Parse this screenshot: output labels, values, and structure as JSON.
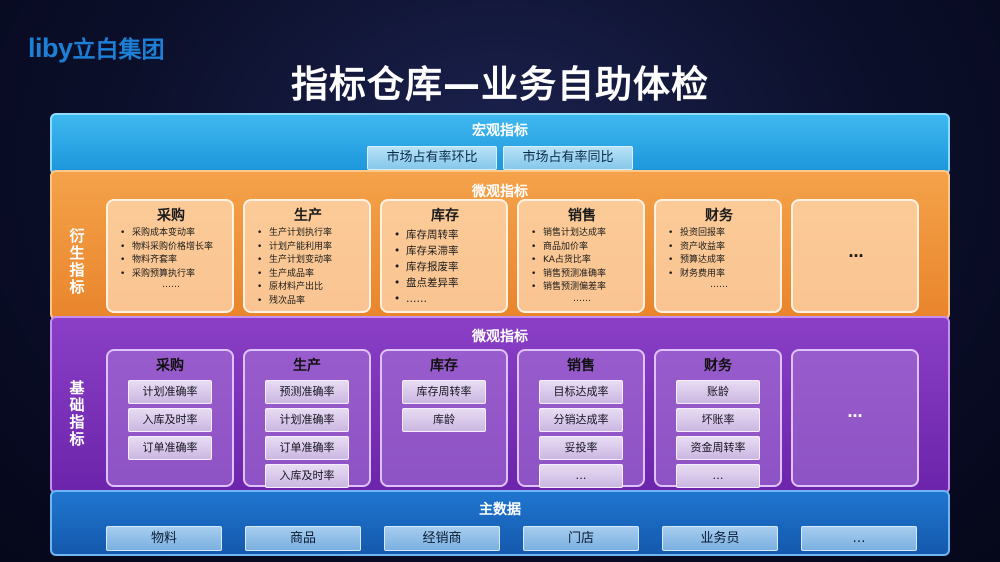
{
  "logo": {
    "latin": "liby",
    "cn": "立白集团"
  },
  "title": "指标仓库—业务自助体检",
  "macro": {
    "title": "宏观指标",
    "items": [
      "市场占有率环比",
      "市场占有率同比"
    ]
  },
  "derived": {
    "band_title": "微观指标",
    "side_label": "衍生指标",
    "cards": [
      {
        "title": "采购",
        "items": [
          "采购成本变动率",
          "物料采购价格增长率",
          "物料齐套率",
          "采购预算执行率"
        ],
        "ellipsis": "……"
      },
      {
        "title": "生产",
        "items": [
          "生产计划执行率",
          "计划产能利用率",
          "生产计划变动率",
          "生产成品率",
          "原材料产出比",
          "残次品率"
        ],
        "ellipsis": ""
      },
      {
        "title": "库存",
        "items": [
          "库存周转率",
          "库存呆滞率",
          "库存报废率",
          "盘点差异率",
          "……"
        ],
        "ellipsis": ""
      },
      {
        "title": "销售",
        "items": [
          "销售计划达成率",
          "商品加价率",
          "KA占货比率",
          "销售预测准确率",
          "销售预测偏差率"
        ],
        "ellipsis": "……"
      },
      {
        "title": "财务",
        "items": [
          "投资回报率",
          "资产收益率",
          "预算达成率",
          "财务费用率"
        ],
        "ellipsis": "……"
      }
    ],
    "more": "…"
  },
  "base": {
    "band_title": "微观指标",
    "side_label": "基础指标",
    "cards": [
      {
        "title": "采购",
        "items": [
          "计划准确率",
          "入库及时率",
          "订单准确率"
        ]
      },
      {
        "title": "生产",
        "items": [
          "预测准确率",
          "计划准确率",
          "订单准确率",
          "入库及时率"
        ]
      },
      {
        "title": "库存",
        "items": [
          "库存周转率",
          "库龄"
        ]
      },
      {
        "title": "销售",
        "items": [
          "目标达成率",
          "分销达成率",
          "妥投率",
          "…"
        ]
      },
      {
        "title": "财务",
        "items": [
          "账龄",
          "坏账率",
          "资金周转率",
          "…"
        ]
      }
    ],
    "more": "…"
  },
  "master": {
    "title": "主数据",
    "items": [
      "物料",
      "商品",
      "经销商",
      "门店",
      "业务员",
      "…"
    ]
  },
  "colors": {
    "macro": "#2aa7e8",
    "derived": "#ee9238",
    "base": "#7a30b8",
    "master": "#1a67c0",
    "logo": "#1d7fd6"
  }
}
